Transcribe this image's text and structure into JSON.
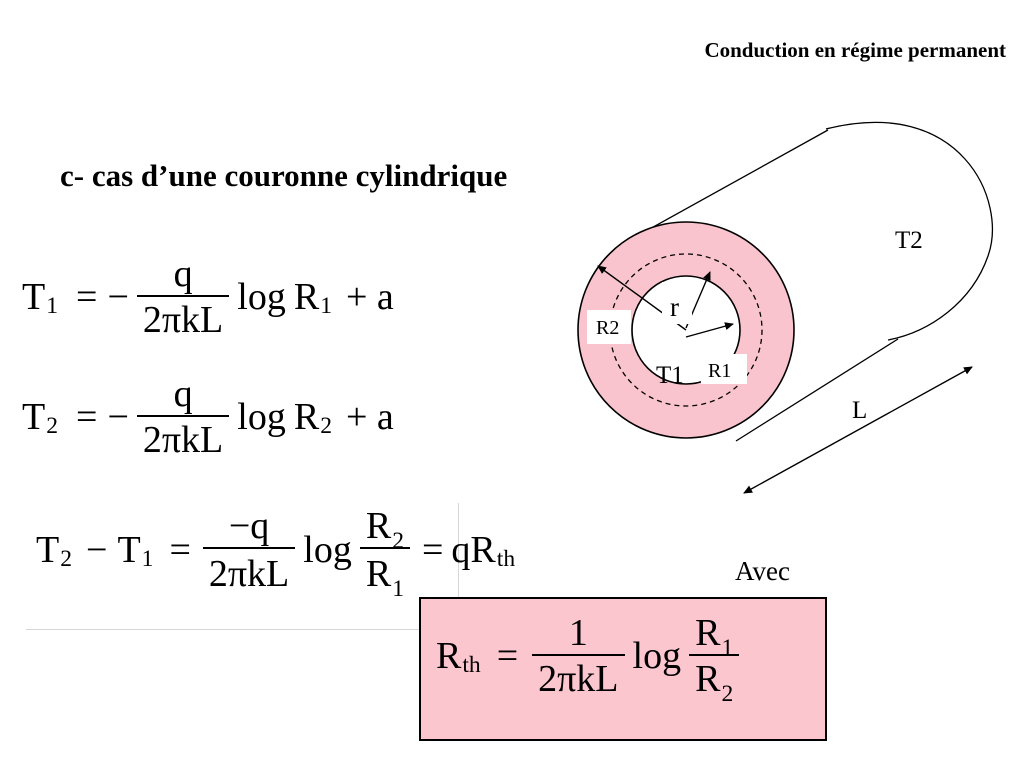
{
  "header": {
    "title": "Conduction en régime permanent"
  },
  "section": {
    "title": "c- cas d’une couronne cylindrique"
  },
  "diagram": {
    "labels": {
      "T2": "T2",
      "r": "r",
      "R2": "R2",
      "T1": "T1",
      "R1": "R1",
      "L": "L"
    },
    "colors": {
      "annulus": "#f9c4cd",
      "stroke": "#000000"
    }
  },
  "equations": {
    "eq1": {
      "lhs_var": "T",
      "lhs_sub": "1",
      "eq": "=",
      "minus": "−",
      "num": "q",
      "den": "2πkL",
      "log": "log",
      "arg_var": "R",
      "arg_sub": "1",
      "tail": "+ a"
    },
    "eq2": {
      "lhs_var": "T",
      "lhs_sub": "2",
      "eq": "=",
      "minus": "−",
      "num": "q",
      "den": "2πkL",
      "log": "log",
      "arg_var": "R",
      "arg_sub": "2",
      "tail": "+ a"
    },
    "eq3": {
      "a_var": "T",
      "a_sub": "2",
      "minus": "−",
      "b_var": "T",
      "b_sub": "1",
      "eq": "=",
      "num": "−q",
      "den": "2πkL",
      "log": "log",
      "fnum_var": "R",
      "fnum_sub": "2",
      "fden_var": "R",
      "fden_sub": "1",
      "eq2": "=",
      "rhs_var": "qR",
      "rhs_sub": "th"
    }
  },
  "avec": "Avec",
  "rth_box": {
    "lhs_var": "R",
    "lhs_sub": "th",
    "eq": "=",
    "num": "1",
    "den": "2πkL",
    "log": "log",
    "fnum_var": "R",
    "fnum_sub": "1",
    "fden_var": "R",
    "fden_sub": "2",
    "background": "#fcc6cf"
  }
}
